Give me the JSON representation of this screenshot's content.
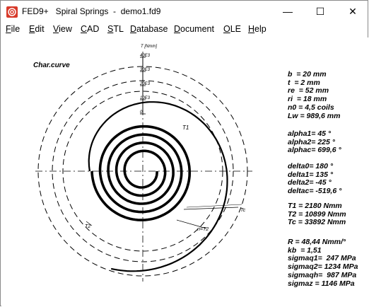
{
  "window": {
    "title": "FED9+   Spiral Springs  -  demo1.fd9",
    "minimize": "—",
    "maximize": "☐",
    "close": "✕"
  },
  "menu": [
    "File",
    "Edit",
    "View",
    "CAD",
    "STL",
    "Database",
    "Document",
    "OLE",
    "Help"
  ],
  "menu_underline": [
    "F",
    "E",
    "V",
    "C",
    "S",
    "D",
    "D",
    "O",
    "H"
  ],
  "drawing": {
    "panel_title": "Char.curve",
    "axis_label": "T [Nmm]",
    "ticks": [
      "40E3",
      "30E3",
      "20E3",
      "10E3",
      "0"
    ],
    "angle_labels": {
      "t1": "T1",
      "t2": "T2",
      "tc": "Tc",
      "ri_t2": "ri=T2"
    }
  },
  "readouts": [
    [
      "b  = 20 mm",
      "t  = 2 mm",
      "re  = 52 mm",
      "ri  = 18 mm",
      "n0 = 4,5 coils",
      "Lw = 989,6 mm"
    ],
    [
      "alpha1= 45 °",
      "alpha2= 225 °",
      "alphac= 699,6 °"
    ],
    [
      "delta0= 180 °",
      "delta1= 135 °",
      "delta2= -45 °",
      "deltac= -519,6 °"
    ],
    [
      "T1 = 2180 Nmm",
      "T2 = 10899 Nmm",
      "Tc = 33892 Nmm"
    ],
    [
      "R = 48,44 Nmm/°",
      "kb  = 1,51",
      "sigmaq1=  247 MPa",
      "sigmaq2= 1234 MPa",
      "sigmaqh=  987 MPa",
      "sigmaz = 1146 MPa"
    ]
  ],
  "colors": {
    "icon": "#d83a2a",
    "line": "#000000"
  }
}
